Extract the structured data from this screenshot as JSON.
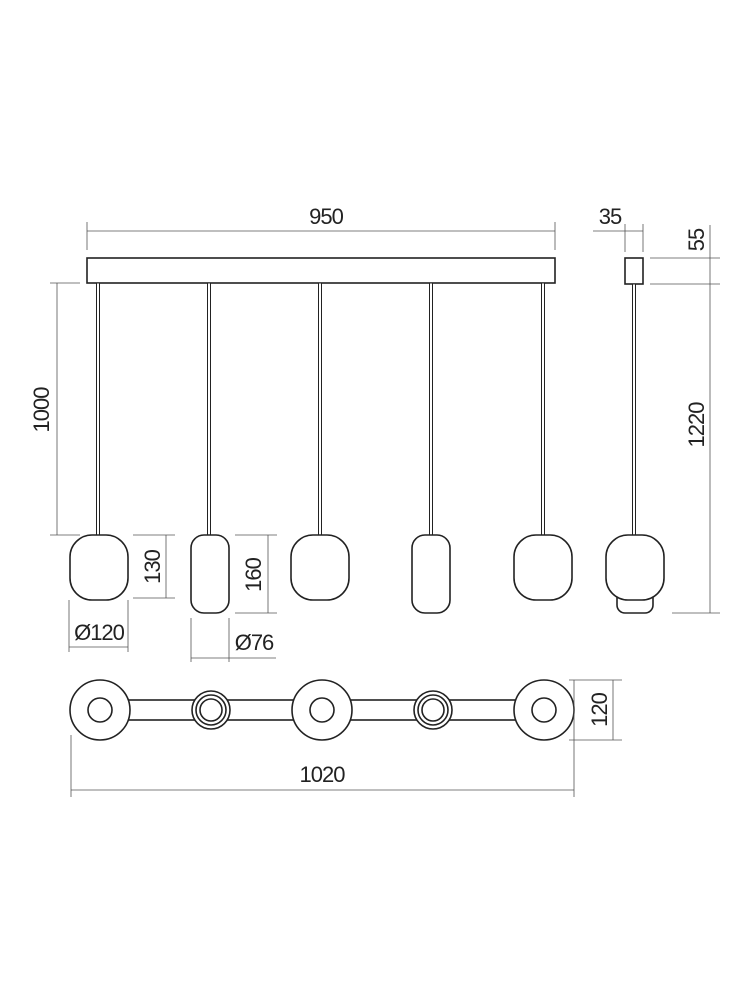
{
  "drawing": {
    "front_view": {
      "canopy_length": "950",
      "cable_length": "1000",
      "globe_shade_height": "130",
      "globe_shade_diameter": "Ø120",
      "cylinder_shade_height": "160",
      "cylinder_shade_diameter": "Ø76",
      "pendant_count": 5
    },
    "side_view": {
      "canopy_width": "35",
      "canopy_height": "55",
      "total_height": "1220"
    },
    "top_view": {
      "total_length": "1020",
      "width": "120"
    },
    "line_color": "#222222"
  }
}
